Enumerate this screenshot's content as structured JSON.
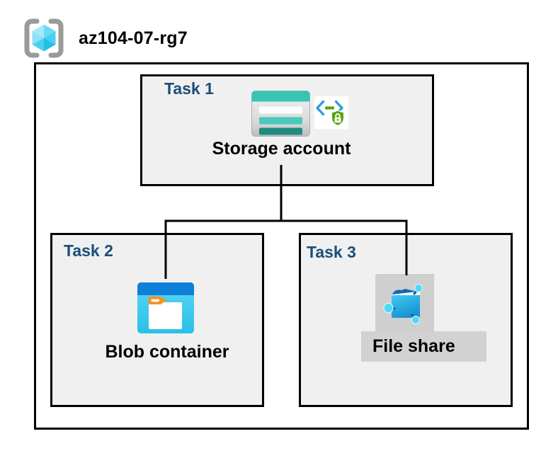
{
  "header": {
    "resource_group_name": "az104-07-rg7",
    "icon": "resource-group-icon"
  },
  "tasks": [
    {
      "label": "Task 1",
      "item": "Storage account",
      "icons": [
        "storage-account-icon",
        "shared-access-signature-icon"
      ]
    },
    {
      "label": "Task 2",
      "item": "Blob container",
      "icons": [
        "blob-container-icon"
      ]
    },
    {
      "label": "Task 3",
      "item": "File share",
      "icons": [
        "file-share-icon"
      ]
    }
  ],
  "connections": [
    {
      "from": "Storage account",
      "to": "Blob container"
    },
    {
      "from": "Storage account",
      "to": "File share"
    }
  ],
  "colors": {
    "task_label": "#1b4e79",
    "box_fill": "#f0f0f0",
    "box_border": "#000000",
    "connector": "#000000",
    "storage_teal": "#38c3b2",
    "storage_teal_dark": "#1f8b80",
    "blob_top_blue": "#0f7fd8",
    "blob_body_cyan": "#3fcbee",
    "folder_tab_orange": "#f6921e",
    "fileshare_navy": "#1465b4",
    "network_node_cyan": "#4ed9f8",
    "shield_green": "#58a607",
    "bracket_blue": "#2b9fd9",
    "icon_plate_gray": "#cfcfcf",
    "rg_bracket_gray": "#9a9a9a"
  }
}
